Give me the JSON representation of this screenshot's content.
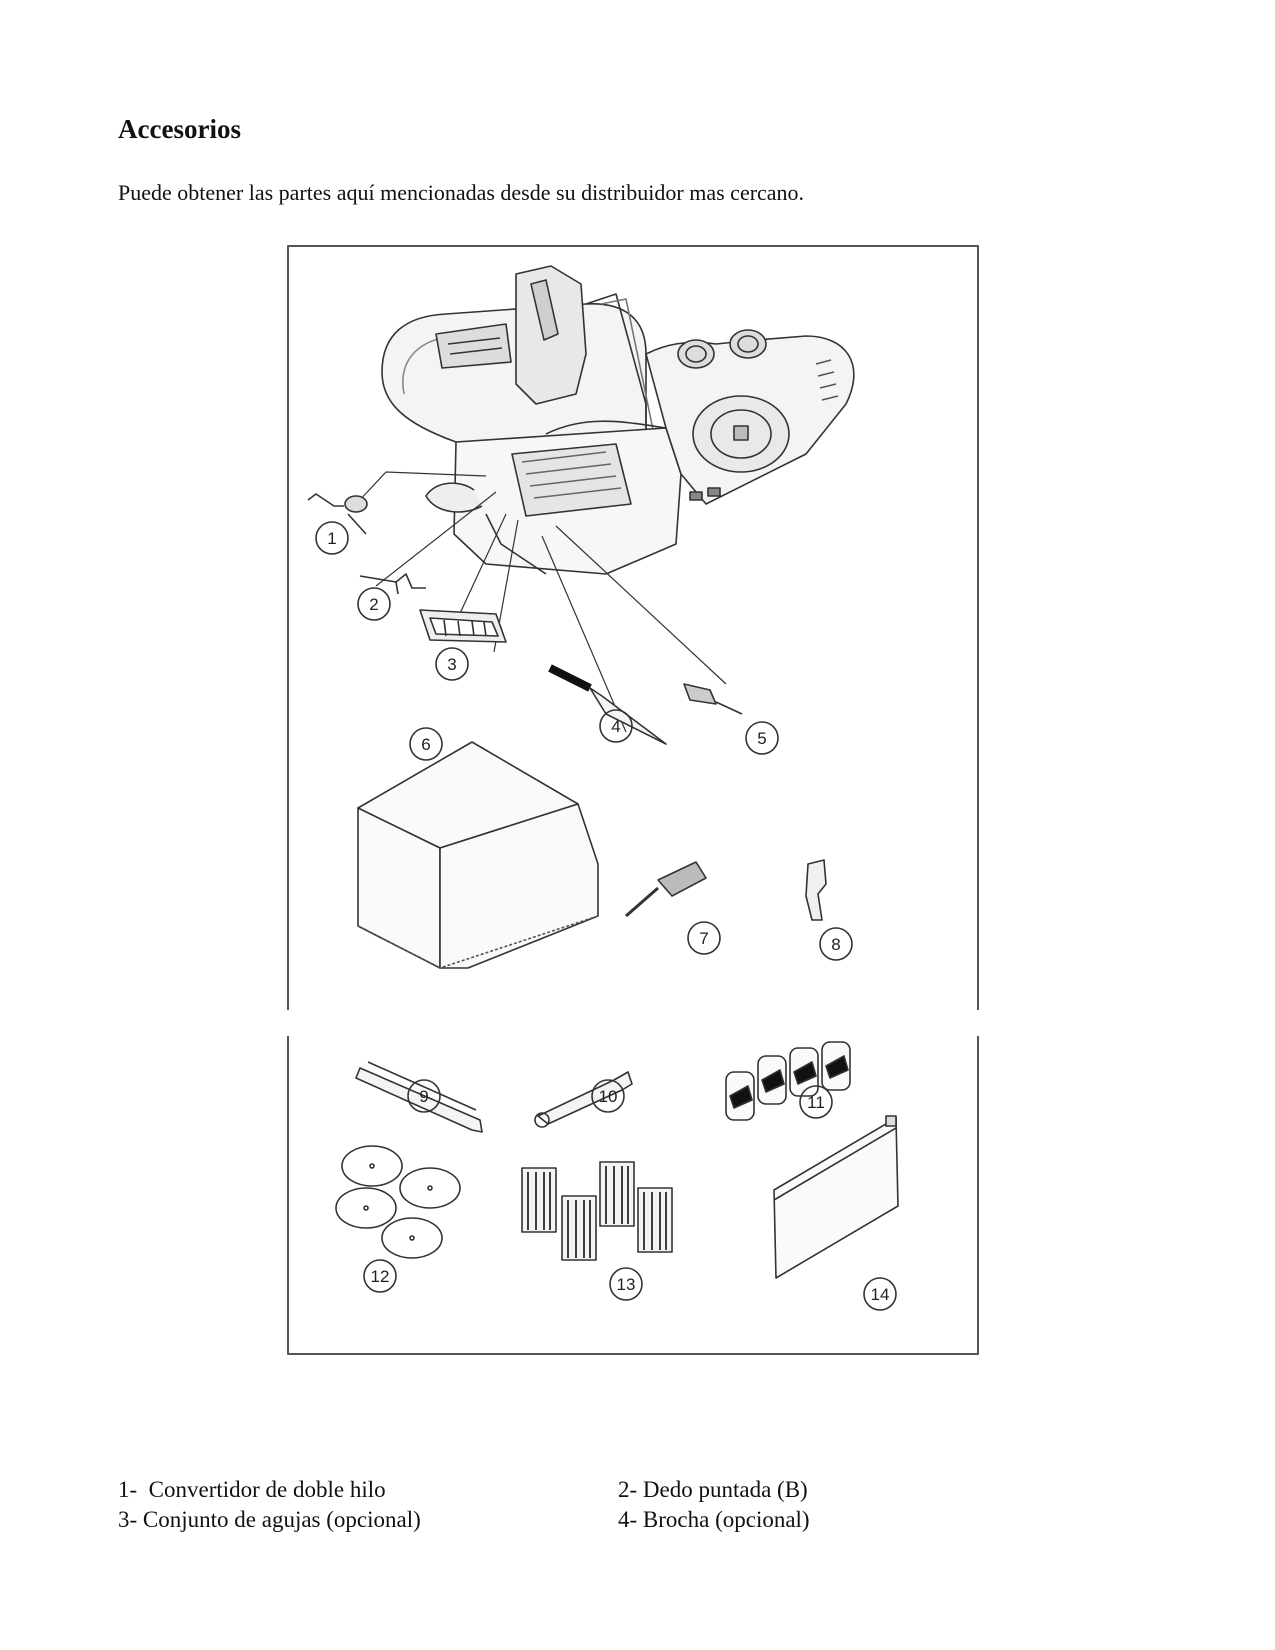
{
  "page": {
    "heading": "Accesorios",
    "intro": "Puede obtener las partes aquí mencionadas desde su distribuidor mas cercano."
  },
  "figure": {
    "callouts": [
      "1",
      "2",
      "3",
      "4",
      "5",
      "6",
      "7",
      "8",
      "9",
      "10",
      "11",
      "12",
      "13",
      "14"
    ]
  },
  "legend": [
    [
      "1-  Convertidor de doble hilo",
      "2- Dedo puntada (B)"
    ],
    [
      "3- Conjunto de agujas (opcional)",
      "4- Brocha (opcional)"
    ]
  ]
}
